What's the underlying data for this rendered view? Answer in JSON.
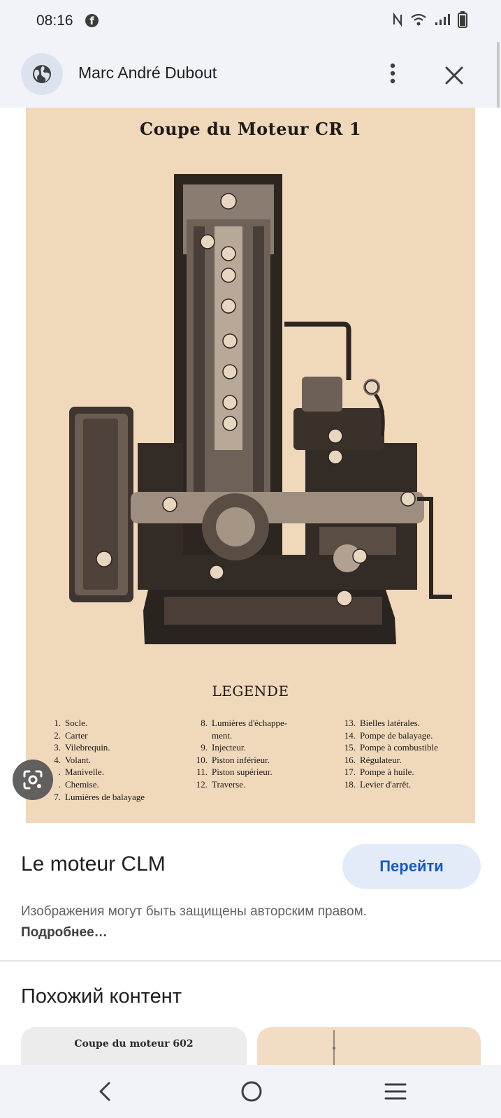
{
  "status_bar": {
    "time": "08:16",
    "notification_icon": "facebook-icon",
    "right_icons": [
      "nfc-icon",
      "wifi-icon",
      "signal-icon",
      "battery-icon"
    ]
  },
  "header": {
    "site_name": "Marc André Dubout",
    "icon": "globe-icon"
  },
  "image": {
    "title": "Coupe du Moteur CR 1",
    "legend_title": "LEGENDE",
    "legend": [
      {
        "num": "1.",
        "text": "Socle."
      },
      {
        "num": "2.",
        "text": "Carter"
      },
      {
        "num": "3.",
        "text": "Vilebrequin."
      },
      {
        "num": "4.",
        "text": "Volant."
      },
      {
        "num": ".",
        "text": "Manivelle."
      },
      {
        "num": ".",
        "text": "Chemise."
      },
      {
        "num": "7.",
        "text": "Lumières de balayage"
      },
      {
        "num": "8.",
        "text": "Lumières d'échappe-"
      },
      {
        "num": "",
        "text": "ment."
      },
      {
        "num": "9.",
        "text": "Injecteur."
      },
      {
        "num": "10.",
        "text": "Piston inférieur."
      },
      {
        "num": "11.",
        "text": "Piston supérieur."
      },
      {
        "num": "12.",
        "text": "Traverse."
      },
      {
        "num": "13.",
        "text": "Bielles latérales."
      },
      {
        "num": "14.",
        "text": "Pompe de balayage."
      },
      {
        "num": "15.",
        "text": "Pompe à combustible"
      },
      {
        "num": "16.",
        "text": "Régulateur."
      },
      {
        "num": "17.",
        "text": "Pompe à huile."
      },
      {
        "num": "18.",
        "text": "Levier d'arrêt."
      }
    ]
  },
  "info": {
    "title": "Le moteur CLM",
    "goto_label": "Перейти",
    "copyright": "Изображения могут быть защищены авторским правом.",
    "more_label": "Подробнее…"
  },
  "similar": {
    "title": "Похожий контент",
    "thumb1_label": "Coupe du moteur 602"
  },
  "colors": {
    "accent": "#1a58c4",
    "button_bg": "#e3ebf8",
    "paper": "#f0d8bb",
    "chrome": "#f1f3f8"
  }
}
